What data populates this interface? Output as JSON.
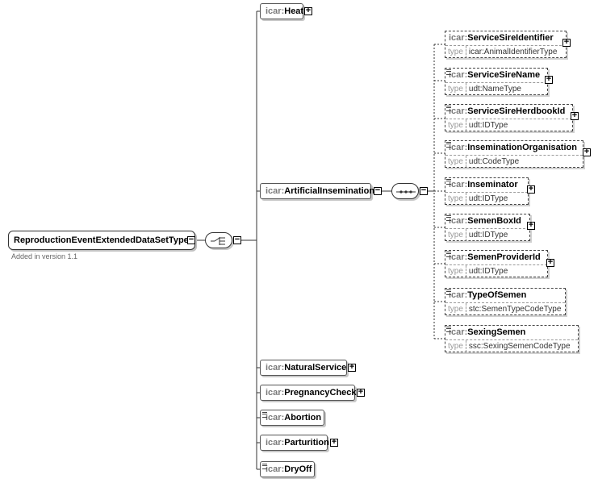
{
  "root": {
    "name": "ReproductionEventExtendedDataSetType",
    "note": "Added in version 1.1"
  },
  "compositors": {
    "choice": "choice",
    "sequence": "sequence"
  },
  "children": [
    {
      "prefix": "icar:",
      "name": "Heat"
    },
    {
      "prefix": "icar:",
      "name": "ArtificialInsemination"
    },
    {
      "prefix": "icar:",
      "name": "NaturalService"
    },
    {
      "prefix": "icar:",
      "name": "PregnancyCheck"
    },
    {
      "prefix": "icar:",
      "name": "Abortion"
    },
    {
      "prefix": "icar:",
      "name": "Parturition"
    },
    {
      "prefix": "icar:",
      "name": "DryOff"
    }
  ],
  "sequence_elements": [
    {
      "prefix": "icar:",
      "name": "ServiceSireIdentifier",
      "type_label": "type",
      "type": "icar:AnimalIdentifierType"
    },
    {
      "prefix": "icar:",
      "name": "ServiceSireName",
      "type_label": "type",
      "type": "udt:NameType"
    },
    {
      "prefix": "icar:",
      "name": "ServiceSireHerdbookId",
      "type_label": "type",
      "type": "udt:IDType"
    },
    {
      "prefix": "icar:",
      "name": "InseminationOrganisation",
      "type_label": "type",
      "type": "udt:CodeType"
    },
    {
      "prefix": "icar:",
      "name": "Inseminator",
      "type_label": "type",
      "type": "udt:IDType"
    },
    {
      "prefix": "icar:",
      "name": "SemenBoxId",
      "type_label": "type",
      "type": "udt:IDType"
    },
    {
      "prefix": "icar:",
      "name": "SemenProviderId",
      "type_label": "type",
      "type": "udt:IDType"
    },
    {
      "prefix": "icar:",
      "name": "TypeOfSemen",
      "type_label": "type",
      "type": "stc:SemenTypeCodeType"
    },
    {
      "prefix": "icar:",
      "name": "SexingSemen",
      "type_label": "type",
      "type": "ssc:SexingSemenCodeType"
    }
  ]
}
